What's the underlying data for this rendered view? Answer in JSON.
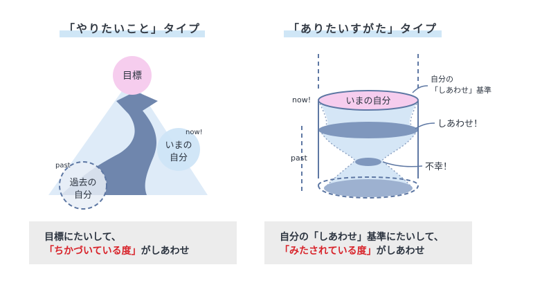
{
  "left": {
    "title": "「やりたいこと」タイプ",
    "goal": "目標",
    "now_label": "now!",
    "now_line1": "いまの",
    "now_line2": "自分",
    "past_label": "past",
    "past_line1": "過去の",
    "past_line2": "自分",
    "caption_line1": "目標にたいして、",
    "caption_highlight": "「ちかづいている度」",
    "caption_rest": "がしあわせ"
  },
  "right": {
    "title": "「ありたいすがた」タイプ",
    "now_label": "now!",
    "past_label": "past",
    "current_self": "いまの自分",
    "standard_line1": "自分の",
    "standard_line2": "「しあわせ」基準",
    "happy": "しあわせ！",
    "unhappy": "不幸！",
    "caption_line1": "自分の「しあわせ」基準にたいして、",
    "caption_highlight": "「みたされている度」",
    "caption_rest": "がしあわせ"
  },
  "colors": {
    "light_blue": "#dcebf7",
    "mid_blue": "#b9d3ec",
    "arrow_blue": "#6f86ad",
    "pink": "#f6cdee",
    "dash": "#5d77a3",
    "highlight_red": "#d8232a",
    "caption_bg": "#ececec"
  }
}
